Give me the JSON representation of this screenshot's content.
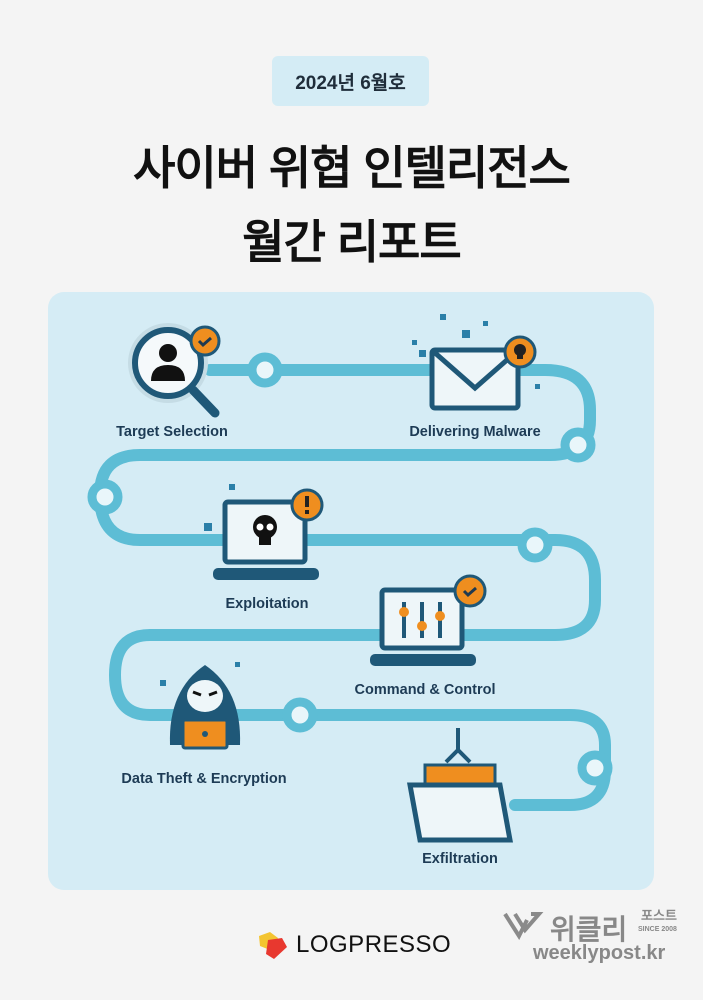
{
  "issue_badge": "2024년 6월호",
  "title_line1": "사이버 위협 인텔리전스",
  "title_line2": "월간 리포트",
  "stages": [
    {
      "label": "Target Selection",
      "icon": "magnifier-user-icon"
    },
    {
      "label": "Delivering Malware",
      "icon": "envelope-skull-icon"
    },
    {
      "label": "Exploitation",
      "icon": "laptop-skull-icon"
    },
    {
      "label": "Command & Control",
      "icon": "laptop-sliders-icon"
    },
    {
      "label": "Data Theft & Encryption",
      "icon": "hacker-icon"
    },
    {
      "label": "Exfiltration",
      "icon": "folder-claw-icon"
    }
  ],
  "footer": {
    "logo_text": "LOGPRESSO",
    "publisher_korean": "위클리",
    "publisher_small": "포스트",
    "publisher_since": "SINCE 2008",
    "publisher_url": "weeklypost.kr"
  },
  "colors": {
    "path": "#5dbdd5",
    "dark": "#1f5878",
    "accent": "#ef8e1f",
    "panel": "#d5ecf5"
  }
}
